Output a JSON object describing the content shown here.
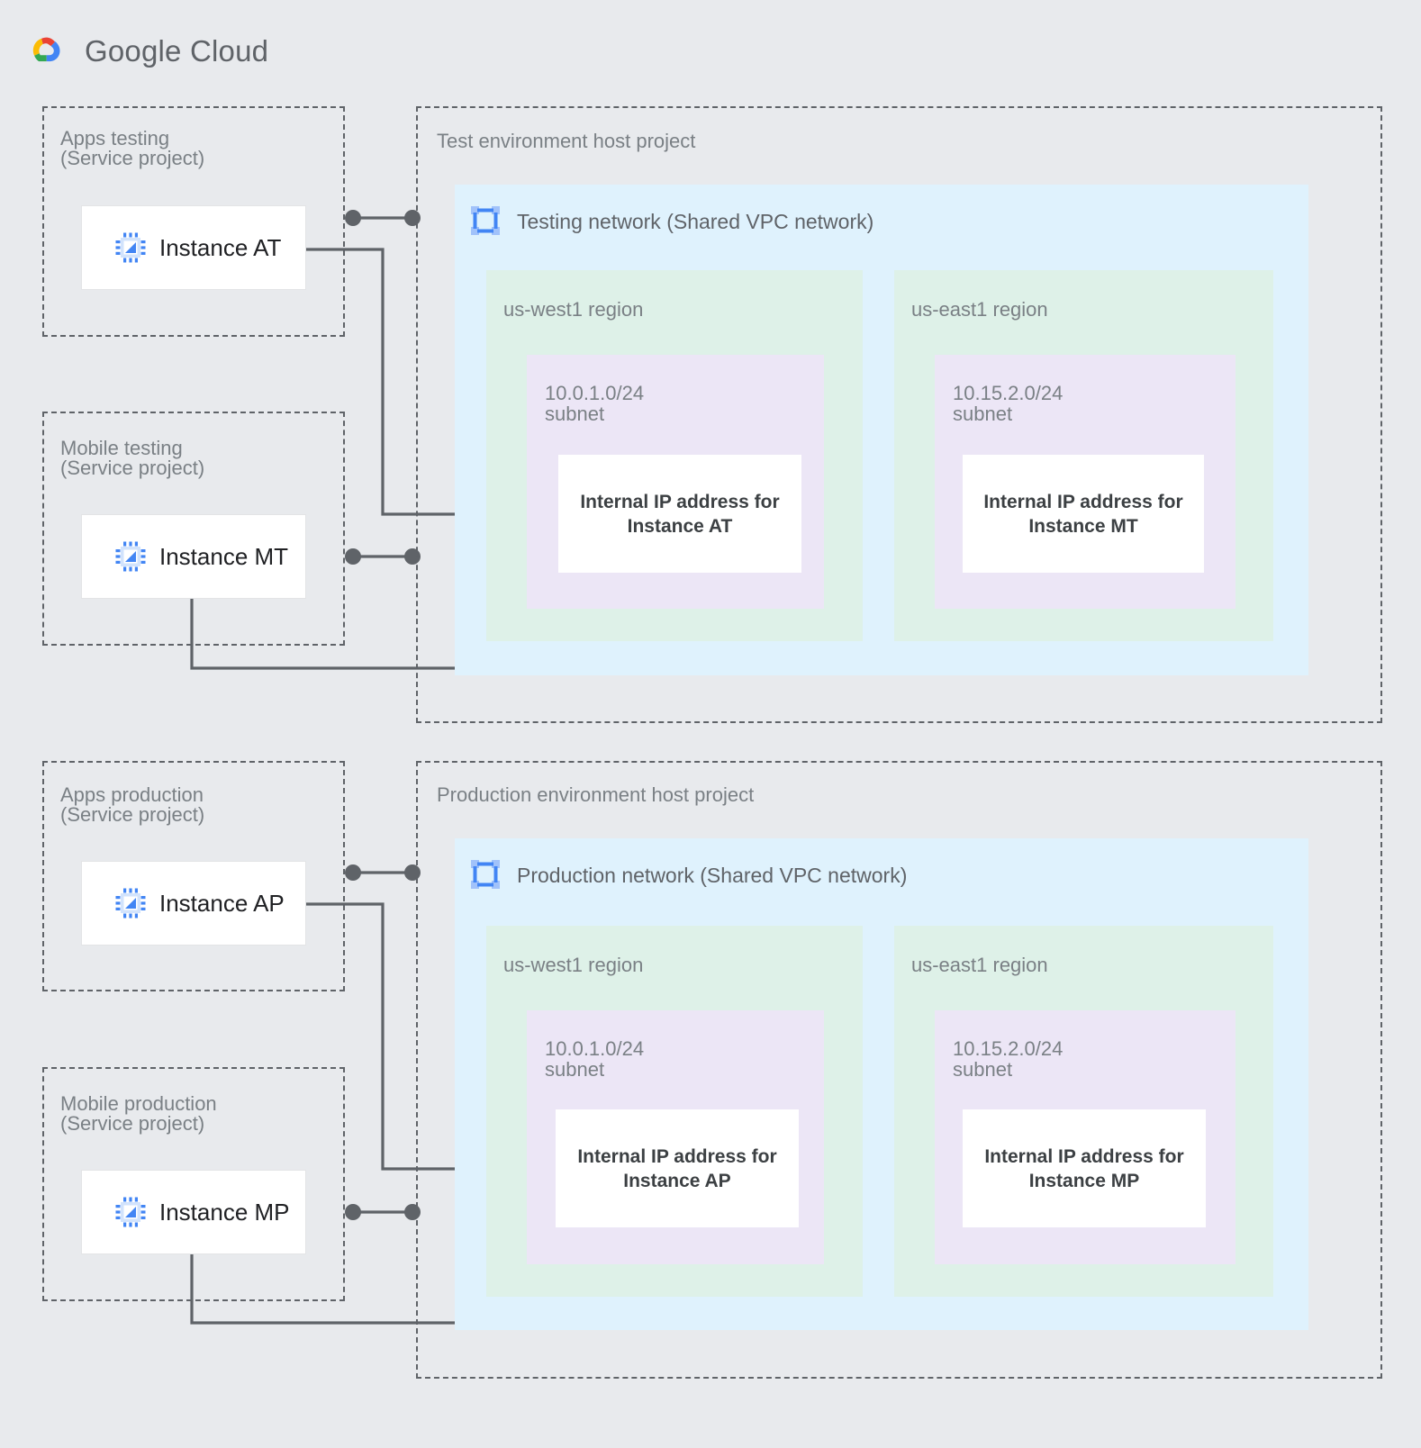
{
  "brand": {
    "name": "Google Cloud",
    "logo_icon": "google-cloud-logo-icon",
    "colors": {
      "red": "#EA4335",
      "yellow": "#FBBC04",
      "green": "#34A853",
      "blue": "#4285F4"
    }
  },
  "palette": {
    "background": "#E8EAED",
    "vpc_fill": "#DFF2FD",
    "region_fill": "#DEF1E8",
    "subnet_fill": "#ECE6F6",
    "box_fill": "#FFFFFF",
    "line": "#5F6368",
    "label_text": "#7A8085",
    "vm_icon_blue": "#4285F4"
  },
  "environments": [
    {
      "id": "test",
      "host_project_label": "Test environment host project",
      "network": {
        "label": "Testing network (Shared VPC network)",
        "icon": "vpc-network-icon"
      },
      "service_projects": [
        {
          "id": "apps-testing",
          "title_line1": "Apps testing",
          "title_line2": "(Service project)",
          "instance": {
            "label": "Instance AT",
            "icon": "vm-instance-icon"
          }
        },
        {
          "id": "mobile-testing",
          "title_line1": "Mobile testing",
          "title_line2": "(Service project)",
          "instance": {
            "label": "Instance MT",
            "icon": "vm-instance-icon"
          }
        }
      ],
      "regions": [
        {
          "name": "us-west1 region",
          "subnet_cidr": "10.0.1.0/24",
          "subnet_suffix": "subnet",
          "ip_line1": "Internal IP address for",
          "ip_line2": "Instance AT"
        },
        {
          "name": "us-east1 region",
          "subnet_cidr": "10.15.2.0/24",
          "subnet_suffix": "subnet",
          "ip_line1": "Internal IP address for",
          "ip_line2": "Instance MT"
        }
      ]
    },
    {
      "id": "production",
      "host_project_label": "Production environment host project",
      "network": {
        "label": "Production network (Shared VPC network)",
        "icon": "vpc-network-icon"
      },
      "service_projects": [
        {
          "id": "apps-production",
          "title_line1": "Apps production",
          "title_line2": "(Service project)",
          "instance": {
            "label": "Instance AP",
            "icon": "vm-instance-icon"
          }
        },
        {
          "id": "mobile-production",
          "title_line1": "Mobile production",
          "title_line2": "(Service project)",
          "instance": {
            "label": "Instance MP",
            "icon": "vm-instance-icon"
          }
        }
      ],
      "regions": [
        {
          "name": "us-west1 region",
          "subnet_cidr": "10.0.1.0/24",
          "subnet_suffix": "subnet",
          "ip_line1": "Internal IP address for",
          "ip_line2": "Instance AP"
        },
        {
          "name": "us-east1 region",
          "subnet_cidr": "10.15.2.0/24",
          "subnet_suffix": "subnet",
          "ip_line1": "Internal IP address for",
          "ip_line2": "Instance MP"
        }
      ]
    }
  ]
}
